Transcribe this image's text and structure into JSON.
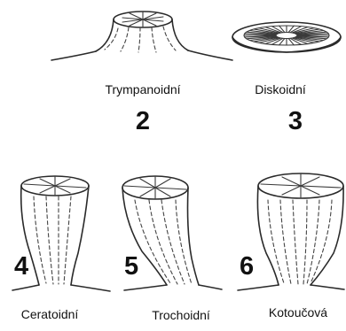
{
  "figures": [
    {
      "id": "trympanoidni",
      "label": "Trympanoidní",
      "number": "2"
    },
    {
      "id": "diskoidni",
      "label": "Diskoidní",
      "number": "3"
    },
    {
      "id": "ceratoidni",
      "label": "Ceratoidní",
      "number": "4"
    },
    {
      "id": "trochoidni",
      "label": "Trochoidní",
      "number": "5"
    },
    {
      "id": "kotoucova",
      "label": "Kotoučová",
      "number": "6"
    }
  ]
}
